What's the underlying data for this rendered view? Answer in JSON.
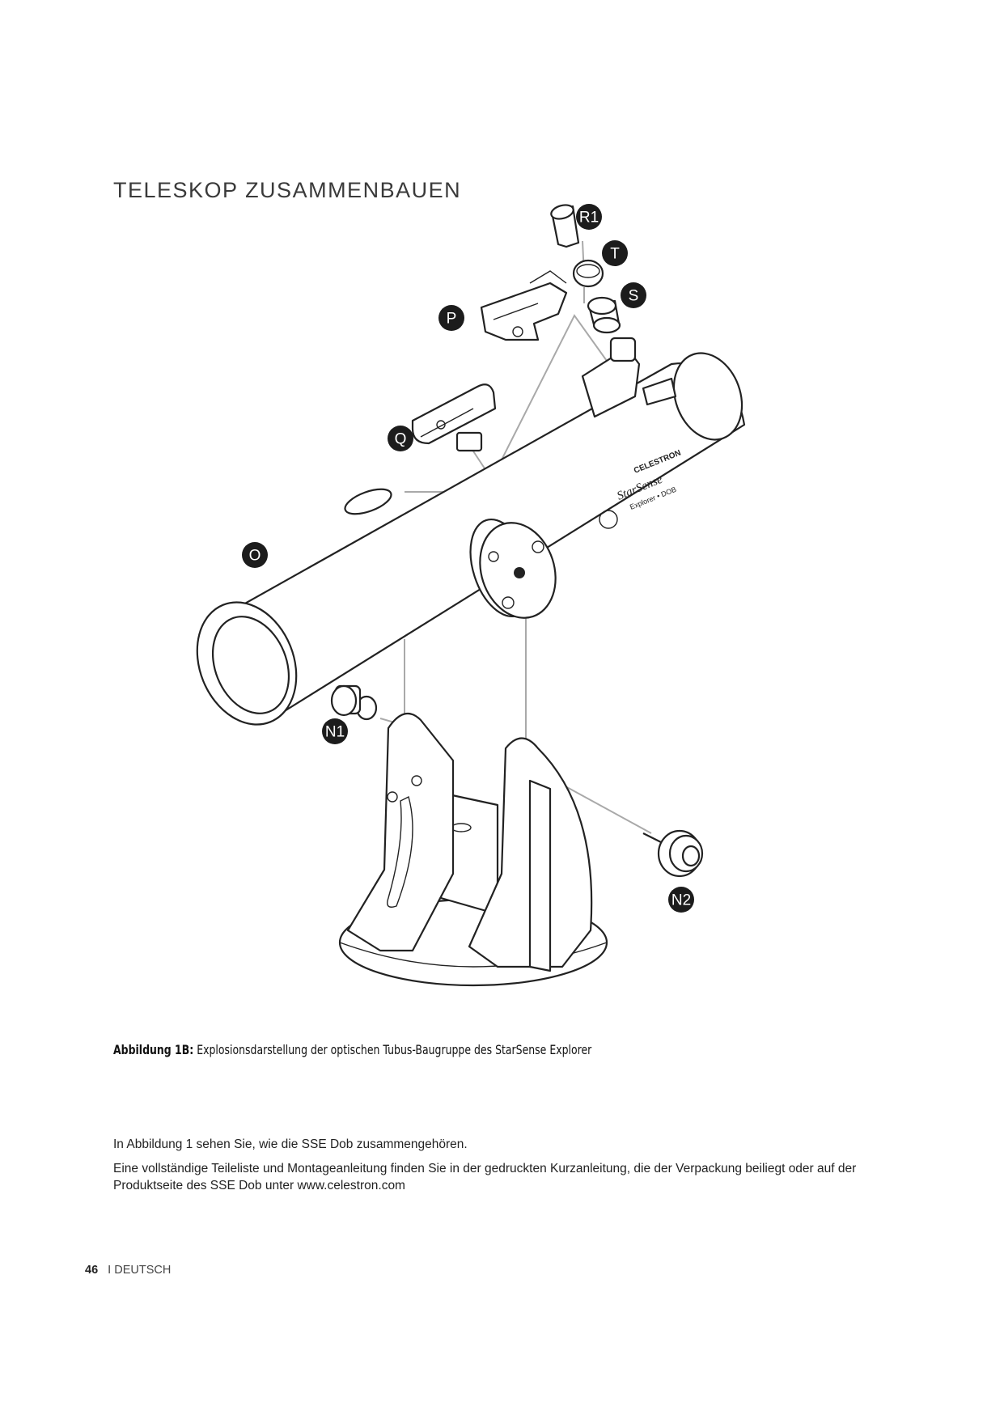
{
  "heading": "TELESKOP ZUSAMMENBAUEN",
  "callouts": {
    "r1": "R1",
    "t": "T",
    "s": "S",
    "p": "P",
    "q": "Q",
    "o": "O",
    "n1": "N1",
    "n2": "N2"
  },
  "tube_branding": {
    "brand": "CELESTRON",
    "product": "StarSense",
    "model": "Explorer • DOB"
  },
  "caption": {
    "label": "Abbildung 1B:",
    "text": "Explosionsdarstellung der optischen Tubus-Baugruppe des StarSense Explorer"
  },
  "paragraphs": {
    "p1": "In Abbildung 1 sehen Sie, wie die SSE Dob zusammengehören.",
    "p2": "Eine vollständige Teileliste und Montageanleitung finden Sie in der gedruckten Kurzanleitung, die der Verpackung beiliegt oder auf der Produktseite des SSE Dob unter www.celestron.com"
  },
  "footer": {
    "page_number": "46",
    "language": "I DEUTSCH"
  }
}
